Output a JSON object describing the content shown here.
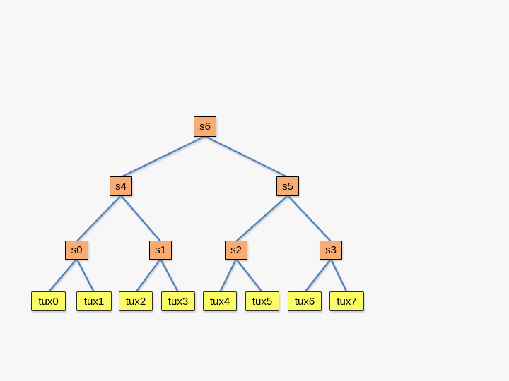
{
  "diagram": {
    "type": "tree",
    "title": "",
    "colors": {
      "background": "#f7f7f7",
      "internal_fill": "#f8ac72",
      "internal_border": "#000000",
      "leaf_fill": "#fbfb66",
      "leaf_border": "#2e2e2e",
      "edge": "#4f81bd"
    },
    "nodes": [
      {
        "id": "s6",
        "label": "s6",
        "kind": "internal",
        "level": 0
      },
      {
        "id": "s4",
        "label": "s4",
        "kind": "internal",
        "level": 1
      },
      {
        "id": "s5",
        "label": "s5",
        "kind": "internal",
        "level": 1
      },
      {
        "id": "s0",
        "label": "s0",
        "kind": "internal",
        "level": 2
      },
      {
        "id": "s1",
        "label": "s1",
        "kind": "internal",
        "level": 2
      },
      {
        "id": "s2",
        "label": "s2",
        "kind": "internal",
        "level": 2
      },
      {
        "id": "s3",
        "label": "s3",
        "kind": "internal",
        "level": 2
      },
      {
        "id": "tux0",
        "label": "tux0",
        "kind": "leaf",
        "level": 3
      },
      {
        "id": "tux1",
        "label": "tux1",
        "kind": "leaf",
        "level": 3
      },
      {
        "id": "tux2",
        "label": "tux2",
        "kind": "leaf",
        "level": 3
      },
      {
        "id": "tux3",
        "label": "tux3",
        "kind": "leaf",
        "level": 3
      },
      {
        "id": "tux4",
        "label": "tux4",
        "kind": "leaf",
        "level": 3
      },
      {
        "id": "tux5",
        "label": "tux5",
        "kind": "leaf",
        "level": 3
      },
      {
        "id": "tux6",
        "label": "tux6",
        "kind": "leaf",
        "level": 3
      },
      {
        "id": "tux7",
        "label": "tux7",
        "kind": "leaf",
        "level": 3
      }
    ],
    "edges": [
      [
        "s6",
        "s4"
      ],
      [
        "s6",
        "s5"
      ],
      [
        "s4",
        "s0"
      ],
      [
        "s4",
        "s1"
      ],
      [
        "s5",
        "s2"
      ],
      [
        "s5",
        "s3"
      ],
      [
        "s0",
        "tux0"
      ],
      [
        "s0",
        "tux1"
      ],
      [
        "s1",
        "tux2"
      ],
      [
        "s1",
        "tux3"
      ],
      [
        "s2",
        "tux4"
      ],
      [
        "s2",
        "tux5"
      ],
      [
        "s3",
        "tux6"
      ],
      [
        "s3",
        "tux7"
      ]
    ]
  }
}
